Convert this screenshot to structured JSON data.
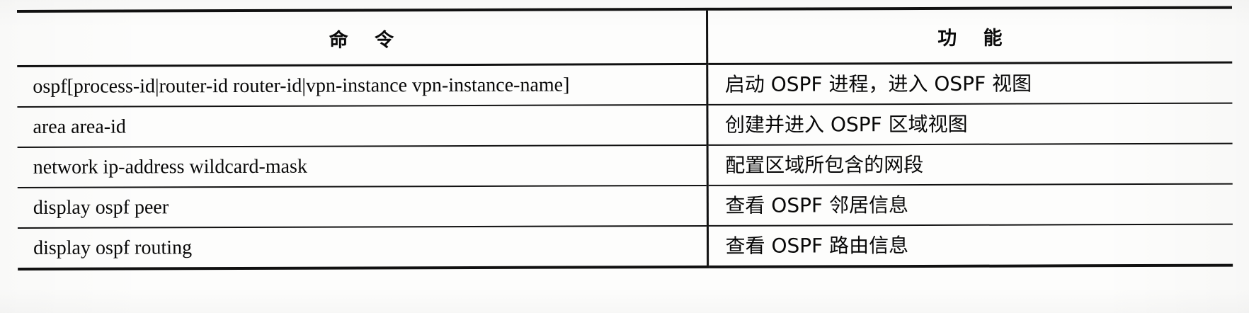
{
  "document": {
    "type": "scanned-table",
    "table": {
      "headers": {
        "command": "命 令",
        "function": "功 能"
      },
      "rows": [
        {
          "command": "ospf[process-id|router-id router-id|vpn-instance vpn-instance-name]",
          "function": "启动 OSPF 进程，进入 OSPF 视图"
        },
        {
          "command": "area area-id",
          "function": "创建并进入 OSPF 区域视图"
        },
        {
          "command": "network ip-address wildcard-mask",
          "function": "配置区域所包含的网段"
        },
        {
          "command": "display ospf peer",
          "function": "查看 OSPF 邻居信息"
        },
        {
          "command": "display ospf routing",
          "function": "查看 OSPF 路由信息"
        }
      ]
    }
  }
}
